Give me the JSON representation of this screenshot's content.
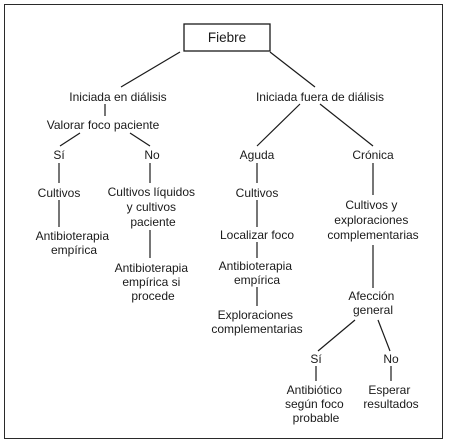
{
  "root": {
    "label": "Fiebre"
  },
  "nodes": {
    "dialisis": "Iniciada en diálisis",
    "fuera": "Iniciada fuera de diálisis",
    "valorar": "Valorar foco paciente",
    "si1": "Sí",
    "no1": "No",
    "cultivos1": "Cultivos",
    "antib1": [
      "Antibioterapia",
      "empírica"
    ],
    "cult_liq": [
      "Cultivos líquidos",
      "y cultivos",
      "paciente"
    ],
    "antib2": [
      "Antibioterapia",
      "empírica si",
      "procede"
    ],
    "aguda": "Aguda",
    "cronica": "Crónica",
    "cultivos2": "Cultivos",
    "localizar": "Localizar foco",
    "antib3": [
      "Antibioterapia",
      "empírica"
    ],
    "explor1": [
      "Exploraciones",
      "complementarias"
    ],
    "cultexp": [
      "Cultivos y",
      "exploraciones",
      "complementarias"
    ],
    "afeccion": [
      "Afección",
      "general"
    ],
    "si2": "Sí",
    "no2": "No",
    "antib4": [
      "Antibiótico",
      "según foco",
      "probable"
    ],
    "esperar": [
      "Esperar",
      "resultados"
    ]
  }
}
